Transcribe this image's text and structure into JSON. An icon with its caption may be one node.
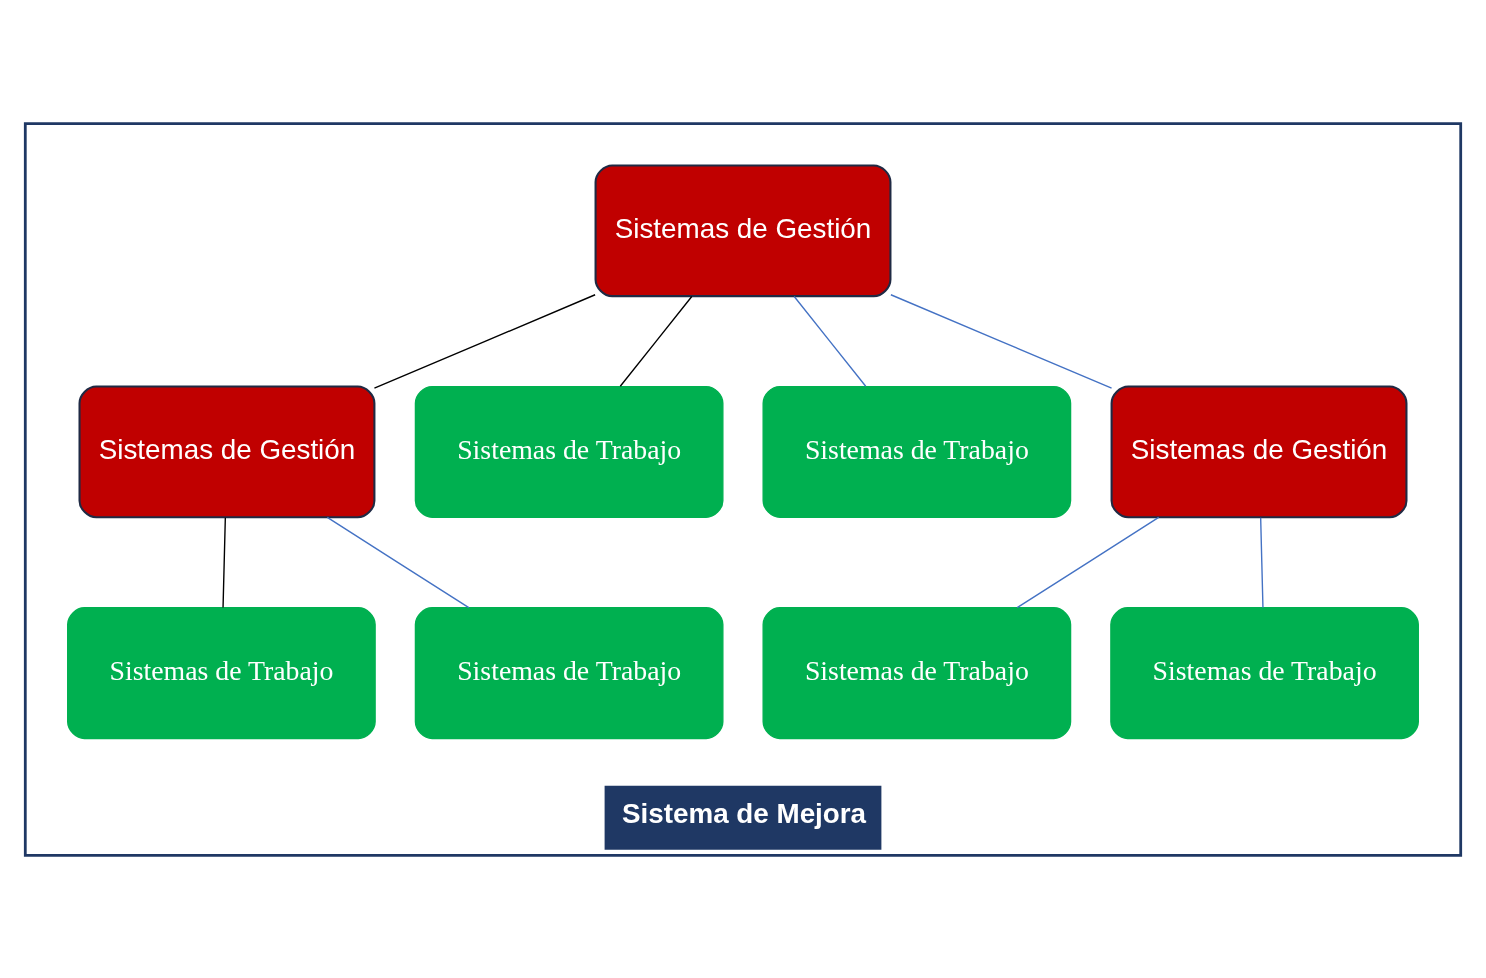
{
  "diagram": {
    "nodes": [
      {
        "text": [
          "Sistema de Mejora"
        ]
      },
      {
        "text": [
          "Sistemas de Gestión"
        ],
        "in": 0
      },
      {
        "text": [
          "Sistemas de Gestión"
        ],
        "in": 0
      },
      {
        "text": [
          "Sistemas de Trabajo"
        ],
        "in": 0
      },
      {
        "text": [
          "Sistemas de Trabajo"
        ],
        "in": 0
      },
      {
        "text": [
          "Sistemas de Gestión"
        ],
        "in": 0
      },
      {
        "text": [
          "Sistemas de Trabajo"
        ],
        "in": 0
      },
      {
        "text": [
          "Sistemas de Trabajo"
        ],
        "in": 0
      },
      {
        "text": [
          "Sistemas de Trabajo"
        ],
        "in": 0
      },
      {
        "text": [
          "Sistemas de Trabajo"
        ],
        "in": 0
      }
    ],
    "edges": [
      {
        "from": 1,
        "to": 2,
        "arrow": "none",
        "color": "#000000"
      },
      {
        "from": 1,
        "to": 3,
        "arrow": "none",
        "color": "#000000"
      },
      {
        "from": 1,
        "to": 4,
        "arrow": "none"
      },
      {
        "from": 1,
        "to": 5,
        "arrow": "none"
      },
      {
        "from": 2,
        "to": 6,
        "arrow": "none",
        "color": "#000000"
      },
      {
        "from": 2,
        "to": 7,
        "arrow": "none"
      },
      {
        "from": 5,
        "to": 8,
        "arrow": "none"
      },
      {
        "from": 5,
        "to": 9,
        "arrow": "none"
      }
    ]
  }
}
